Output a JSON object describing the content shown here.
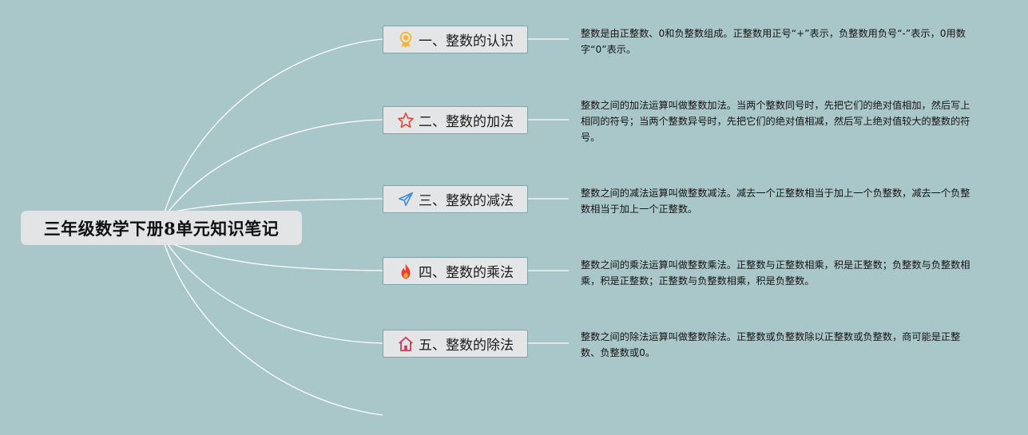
{
  "root": {
    "title": "三年级数学下册8单元知识笔记"
  },
  "branches": [
    {
      "label": "一、整数的认识",
      "icon": "award-medal-icon",
      "icon_color": "#f2b632",
      "note": "整数是由正整数、0和负整数组成。正整数用正号“+”表示，负整数用负号“-”表示，0用数字“0”表示。"
    },
    {
      "label": "二、整数的加法",
      "icon": "star-outline-icon",
      "icon_color": "#e8473c",
      "note": "整数之间的加法运算叫做整数加法。当两个整数同号时，先把它们的绝对值相加，然后写上相同的符号；当两个整数异号时，先把它们的绝对值相减，然后写上绝对值较大的整数的符号。"
    },
    {
      "label": "三、整数的减法",
      "icon": "paper-plane-icon",
      "icon_color": "#3d8fd6",
      "note": "整数之间的减法运算叫做整数减法。减去一个正整数相当于加上一个负整数，减去一个负整数相当于加上一个正整数。"
    },
    {
      "label": "四、整数的乘法",
      "icon": "fire-icon",
      "icon_color": "#e8402e",
      "note": "整数之间的乘法运算叫做整数乘法。正整数与正整数相乘，积是正整数；负整数与负整数相乘，积是正整数；正整数与负整数相乘，积是负整数。"
    },
    {
      "label": "五、整数的除法",
      "icon": "home-icon",
      "icon_color": "#d6385a",
      "note": "整数之间的除法运算叫做整数除法。正整数或负整数除以正整数或负整数，商可能是正整数、负整数或0。"
    }
  ],
  "colors": {
    "background": "#a9c6c9",
    "connector": "#ffffff",
    "branch_border": "#7fa3a6"
  }
}
